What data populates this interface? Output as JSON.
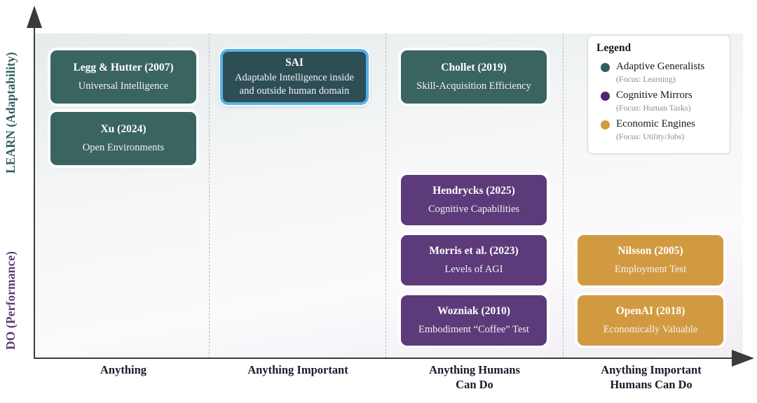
{
  "axes": {
    "y_upper_title": "LEARN (Adaptability)",
    "y_lower_title": "DO (Performance)",
    "y_upper_color": "#2f5f5c",
    "y_lower_color": "#5c3a78",
    "x_tick_labels": [
      "Anything",
      "Anything Important",
      "Anything Humans\nCan Do",
      "Anything Important\nHumans Can Do"
    ]
  },
  "legend": {
    "title": "Legend",
    "items": [
      {
        "label": "Adaptive Generalists",
        "focus": "(Focus: Learning)",
        "color": "#2f5f5c"
      },
      {
        "label": "Cognitive Mirrors",
        "focus": "(Focus: Human Tasks)",
        "color": "#4b2870"
      },
      {
        "label": "Economic Engines",
        "focus": "(Focus: Utility/Jobs)",
        "color": "#d29a40"
      }
    ]
  },
  "cards": {
    "legg": {
      "title": "Legg & Hutter (2007)",
      "sub": "Universal Intelligence",
      "color": "#3a6460"
    },
    "xu": {
      "title": "Xu (2024)",
      "sub": "Open Environments",
      "color": "#3a6460"
    },
    "sai": {
      "title": "SAI",
      "sub": "Adaptable Intelligence inside and outside human domain",
      "color": "#2e4e56",
      "highlight": "#57b3e8"
    },
    "chollet": {
      "title": "Chollet (2019)",
      "sub": "Skill-Acquisition Efficiency",
      "color": "#3a6460"
    },
    "hendrycks": {
      "title": "Hendrycks (2025)",
      "sub": "Cognitive Capabilities",
      "color": "#5d3a7a"
    },
    "morris": {
      "title": "Morris et al. (2023)",
      "sub": "Levels of AGI",
      "color": "#5d3a7a"
    },
    "wozniak": {
      "title": "Wozniak (2010)",
      "sub": "Embodiment “Coffee” Test",
      "color": "#5d3a7a"
    },
    "nilsson": {
      "title": "Nilsson (2005)",
      "sub": "Employment Test",
      "color": "#d29a40"
    },
    "openai": {
      "title": "OpenAI (2018)",
      "sub": "Economically Valuable",
      "color": "#d29a40"
    }
  },
  "chart_data": {
    "type": "scatter",
    "title": "",
    "xlabel": "",
    "ylabel": "",
    "categories": [
      "Anything",
      "Anything Important",
      "Anything Humans Can Do",
      "Anything Important Humans Can Do"
    ],
    "y_bands": [
      "LEARN (Adaptability)",
      "DO (Performance)"
    ],
    "grid": false,
    "legend_position": "top-right",
    "points": [
      {
        "label": "Legg & Hutter (2007)",
        "detail": "Universal Intelligence",
        "x": "Anything",
        "y_band": "LEARN (Adaptability)",
        "group": "Adaptive Generalists"
      },
      {
        "label": "Xu (2024)",
        "detail": "Open Environments",
        "x": "Anything",
        "y_band": "LEARN (Adaptability)",
        "group": "Adaptive Generalists"
      },
      {
        "label": "SAI",
        "detail": "Adaptable Intelligence inside and outside human domain",
        "x": "Anything Important",
        "y_band": "LEARN (Adaptability)",
        "group": "Adaptive Generalists"
      },
      {
        "label": "Chollet (2019)",
        "detail": "Skill-Acquisition Efficiency",
        "x": "Anything Humans Can Do",
        "y_band": "LEARN (Adaptability)",
        "group": "Adaptive Generalists"
      },
      {
        "label": "Hendrycks (2025)",
        "detail": "Cognitive Capabilities",
        "x": "Anything Humans Can Do",
        "y_band": "DO (Performance)",
        "group": "Cognitive Mirrors"
      },
      {
        "label": "Morris et al. (2023)",
        "detail": "Levels of AGI",
        "x": "Anything Humans Can Do",
        "y_band": "DO (Performance)",
        "group": "Cognitive Mirrors"
      },
      {
        "label": "Wozniak (2010)",
        "detail": "Embodiment “Coffee” Test",
        "x": "Anything Humans Can Do",
        "y_band": "DO (Performance)",
        "group": "Cognitive Mirrors"
      },
      {
        "label": "Nilsson (2005)",
        "detail": "Employment Test",
        "x": "Anything Important Humans Can Do",
        "y_band": "DO (Performance)",
        "group": "Economic Engines"
      },
      {
        "label": "OpenAI (2018)",
        "detail": "Economically Valuable",
        "x": "Anything Important Humans Can Do",
        "y_band": "DO (Performance)",
        "group": "Economic Engines"
      }
    ]
  }
}
